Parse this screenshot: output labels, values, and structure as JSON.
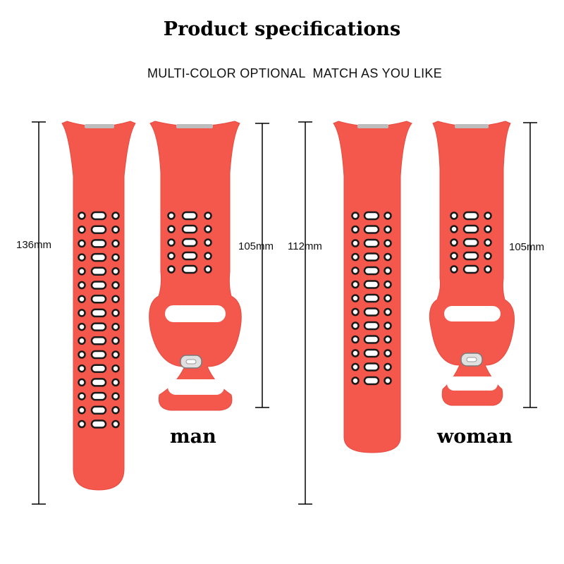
{
  "header": {
    "title": "Product specifications",
    "subtitle": "MULTI-COLOR OPTIONAL  MATCH AS YOU LIKE"
  },
  "colors": {
    "strap": "#f4574c",
    "strap_dark": "#e84a40",
    "hole": "#1a1a1a",
    "hole_rim": "#ffffff"
  },
  "sets": [
    {
      "name": "man",
      "long_length": "136mm",
      "short_length": "105mm"
    },
    {
      "name": "woman",
      "long_length": "112mm",
      "short_length": "105mm"
    }
  ]
}
